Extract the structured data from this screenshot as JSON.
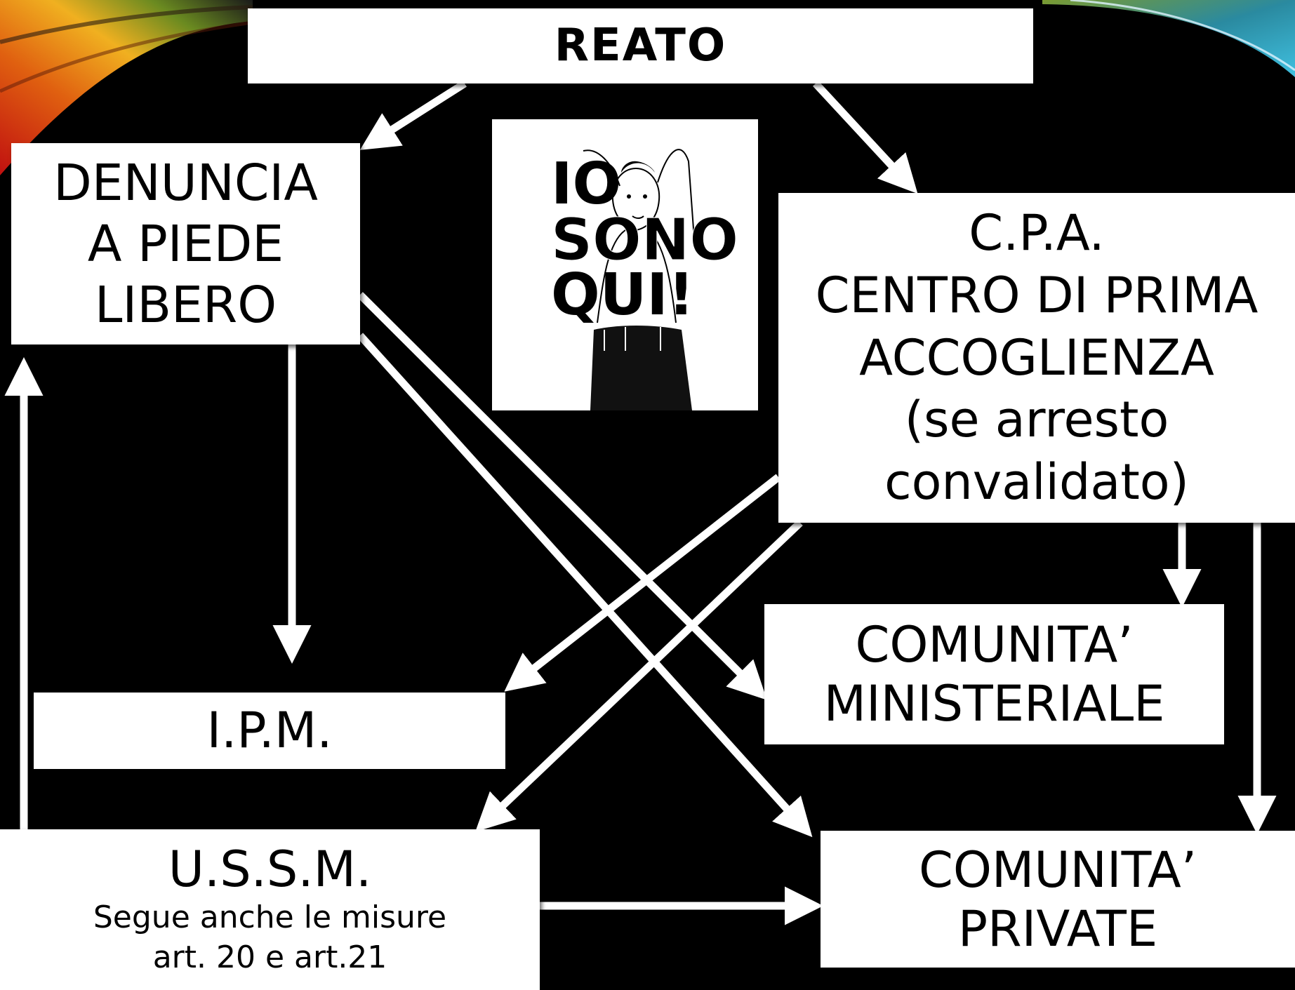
{
  "boxes": {
    "reato": {
      "lines": [
        "REATO"
      ]
    },
    "denuncia": {
      "lines": [
        "DENUNCIA",
        "A PIEDE",
        "LIBERO"
      ]
    },
    "cpa": {
      "lines": [
        "C.P.A.",
        "CENTRO DI PRIMA",
        "ACCOGLIENZA",
        "(se arresto",
        "convalidato)"
      ]
    },
    "ministeriale": {
      "lines": [
        "COMUNITA’",
        "MINISTERIALE"
      ]
    },
    "ipm": {
      "lines": [
        "I.P.M."
      ]
    },
    "ussm": {
      "title": "U.S.S.M.",
      "sub_lines": [
        "Segue anche le misure",
        "art. 20 e art.21"
      ]
    },
    "private": {
      "lines": [
        "COMUNITA’",
        "PRIVATE"
      ]
    }
  },
  "illustration": {
    "poster_lines": [
      "IO",
      "SONO",
      "QUI!"
    ]
  },
  "colors": {
    "background": "#000000",
    "box": "#ffffff",
    "arrow": "#ffffff",
    "text": "#000000"
  }
}
